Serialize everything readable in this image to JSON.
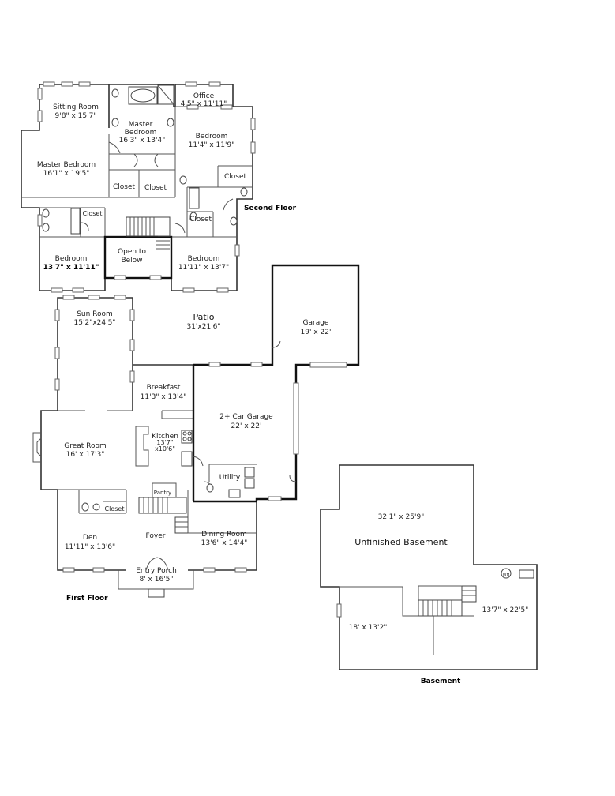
{
  "floors": {
    "second": "Second Floor",
    "first": "First Floor",
    "basement": "Basement"
  },
  "rooms": {
    "sitting_room": {
      "name": "Sitting Room",
      "dim": "9'8\" x 15'7\""
    },
    "master_bedroom_upper": {
      "name": "Master",
      "name2": "Bedroom",
      "dim": "16'3\" x 13'4\""
    },
    "office": {
      "name": "Office",
      "dim": "4'5\" x 11'11\""
    },
    "master_bedroom": {
      "name": "Master Bedroom",
      "dim": "16'1\" x 19'5\""
    },
    "bedroom_ne": {
      "name": "Bedroom",
      "dim": "11'4\" x 11'9\""
    },
    "closet_a": "Closet",
    "closet_b": "Closet",
    "closet_c": "Closet",
    "closet_d": "Closet",
    "closet_e": "Closet",
    "closet_f": "Closet",
    "bedroom_sw": {
      "name": "Bedroom",
      "dim": "13'7\" x 11'11\""
    },
    "open_below": {
      "name": "Open to",
      "name2": "Below"
    },
    "bedroom_se": {
      "name": "Bedroom",
      "dim": "11'11\" x 13'7\""
    },
    "patio": {
      "name": "Patio",
      "dim": "31'x21'6\""
    },
    "sun_room": {
      "name": "Sun Room",
      "dim": "15'2\"x24'5\""
    },
    "garage": {
      "name": "Garage",
      "dim": "19' x 22'"
    },
    "breakfast": {
      "name": "Breakfast",
      "dim": "11'3\" x 13'4\""
    },
    "car_garage": {
      "name": "2+ Car Garage",
      "dim": "22' x 22'"
    },
    "great_room": {
      "name": "Great Room",
      "dim": "16' x 17'3\""
    },
    "kitchen": {
      "name": "Kitchen",
      "dim": "13'7\"",
      "dim2": "x10'6\""
    },
    "utility": {
      "name": "Utility"
    },
    "pantry": {
      "name": "Pantry"
    },
    "den": {
      "name": "Den",
      "dim": "11'11\" x 13'6\""
    },
    "foyer": {
      "name": "Foyer"
    },
    "dining_room": {
      "name": "Dining Room",
      "dim": "13'6\" x 14'4\""
    },
    "entry_porch": {
      "name": "Entry Porch",
      "dim": "8' x 16'5\""
    },
    "basement_main": {
      "dim": "32'1\" x 25'9\"",
      "name": "Unfinished Basement"
    },
    "basement_sw": {
      "dim": "18' x 13'2\""
    },
    "basement_se": {
      "dim": "13'7\" x 22'5\""
    },
    "water_heater": "WH"
  },
  "icons": [
    "toilet-icon",
    "sink-icon",
    "tub-icon",
    "shower-icon",
    "stairs-icon",
    "door-swing-icon",
    "fireplace-icon",
    "stove-icon",
    "water-heater-icon"
  ]
}
